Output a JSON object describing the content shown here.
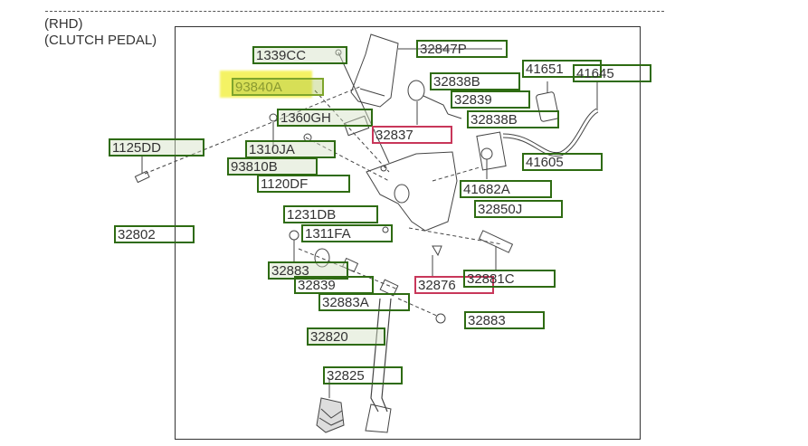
{
  "header": {
    "line1": "(RHD)",
    "line2": "(CLUTCH PEDAL)"
  },
  "colors": {
    "callout_border": "#2e6b12",
    "callout_selected": "#c8375a",
    "highlight": "#f3f04a"
  },
  "callouts": [
    {
      "id": "1339CC",
      "label": "1339CC",
      "state": "normal"
    },
    {
      "id": "32847P",
      "label": "32847P",
      "state": "normal"
    },
    {
      "id": "93840A",
      "label": "93840A",
      "state": "highlighted"
    },
    {
      "id": "32838B-top",
      "label": "32838B",
      "state": "normal"
    },
    {
      "id": "41651",
      "label": "41651",
      "state": "normal"
    },
    {
      "id": "41645",
      "label": "41645",
      "state": "normal"
    },
    {
      "id": "32839-top",
      "label": "32839",
      "state": "normal"
    },
    {
      "id": "32838B-mid",
      "label": "32838B",
      "state": "normal"
    },
    {
      "id": "1360GH",
      "label": "1360GH",
      "state": "normal"
    },
    {
      "id": "32837",
      "label": "32837",
      "state": "red"
    },
    {
      "id": "1125DD",
      "label": "1125DD",
      "state": "normal"
    },
    {
      "id": "1310JA",
      "label": "1310JA",
      "state": "normal"
    },
    {
      "id": "41605",
      "label": "41605",
      "state": "normal"
    },
    {
      "id": "93810B",
      "label": "93810B",
      "state": "normal"
    },
    {
      "id": "1120DF",
      "label": "1120DF",
      "state": "normal"
    },
    {
      "id": "41682A",
      "label": "41682A",
      "state": "normal"
    },
    {
      "id": "32850J",
      "label": "32850J",
      "state": "normal"
    },
    {
      "id": "1231DB",
      "label": "1231DB",
      "state": "normal"
    },
    {
      "id": "32802",
      "label": "32802",
      "state": "normal"
    },
    {
      "id": "1311FA",
      "label": "1311FA",
      "state": "normal"
    },
    {
      "id": "32883-left",
      "label": "32883",
      "state": "normal"
    },
    {
      "id": "32876",
      "label": "32876",
      "state": "red"
    },
    {
      "id": "32881C",
      "label": "32881C",
      "state": "normal"
    },
    {
      "id": "32839-low",
      "label": "32839",
      "state": "normal"
    },
    {
      "id": "32883A",
      "label": "32883A",
      "state": "normal"
    },
    {
      "id": "32883-right",
      "label": "32883",
      "state": "normal"
    },
    {
      "id": "32820",
      "label": "32820",
      "state": "normal"
    },
    {
      "id": "32825",
      "label": "32825",
      "state": "normal"
    }
  ]
}
